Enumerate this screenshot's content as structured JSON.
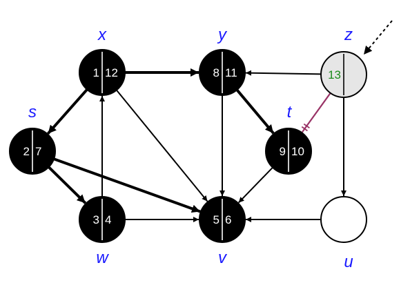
{
  "colors": {
    "finished_fill": "#000000",
    "finished_text": "#ffffff",
    "active_fill": "#e6e6e6",
    "active_text": "#1a8a1a",
    "unvisited_fill": "#ffffff",
    "label_color": "#1a1aff",
    "edge_color": "#000000",
    "back_edge_color": "#993366"
  },
  "nodes": [
    {
      "id": "x",
      "label": "x",
      "state": "finished",
      "d": "1",
      "f": "12"
    },
    {
      "id": "y",
      "label": "y",
      "state": "finished",
      "d": "8",
      "f": "11"
    },
    {
      "id": "z",
      "label": "z",
      "state": "active",
      "d": "13",
      "f": ""
    },
    {
      "id": "s",
      "label": "s",
      "state": "finished",
      "d": "2",
      "f": "7"
    },
    {
      "id": "t",
      "label": "t",
      "state": "finished",
      "d": "9",
      "f": "10"
    },
    {
      "id": "w",
      "label": "w",
      "state": "finished",
      "d": "3",
      "f": "4"
    },
    {
      "id": "v",
      "label": "v",
      "state": "finished",
      "d": "5",
      "f": "6"
    },
    {
      "id": "u",
      "label": "u",
      "state": "unvisited",
      "d": "",
      "f": ""
    }
  ],
  "edges": [
    {
      "from": "x",
      "to": "y",
      "kind": "tree"
    },
    {
      "from": "x",
      "to": "s",
      "kind": "tree"
    },
    {
      "from": "x",
      "to": "v",
      "kind": "normal"
    },
    {
      "from": "s",
      "to": "w",
      "kind": "tree"
    },
    {
      "from": "s",
      "to": "v",
      "kind": "tree"
    },
    {
      "from": "w",
      "to": "x",
      "kind": "normal"
    },
    {
      "from": "w",
      "to": "v",
      "kind": "reverse"
    },
    {
      "from": "y",
      "to": "t",
      "kind": "tree"
    },
    {
      "from": "y",
      "to": "v",
      "kind": "normal"
    },
    {
      "from": "t",
      "to": "v",
      "kind": "normal"
    },
    {
      "from": "z",
      "to": "y",
      "kind": "normal"
    },
    {
      "from": "z",
      "to": "u",
      "kind": "normal"
    },
    {
      "from": "u",
      "to": "v",
      "kind": "normal"
    },
    {
      "from": "z",
      "to": "t",
      "kind": "cut"
    }
  ],
  "entry_pointer": {
    "target": "z",
    "style": "dashed"
  }
}
